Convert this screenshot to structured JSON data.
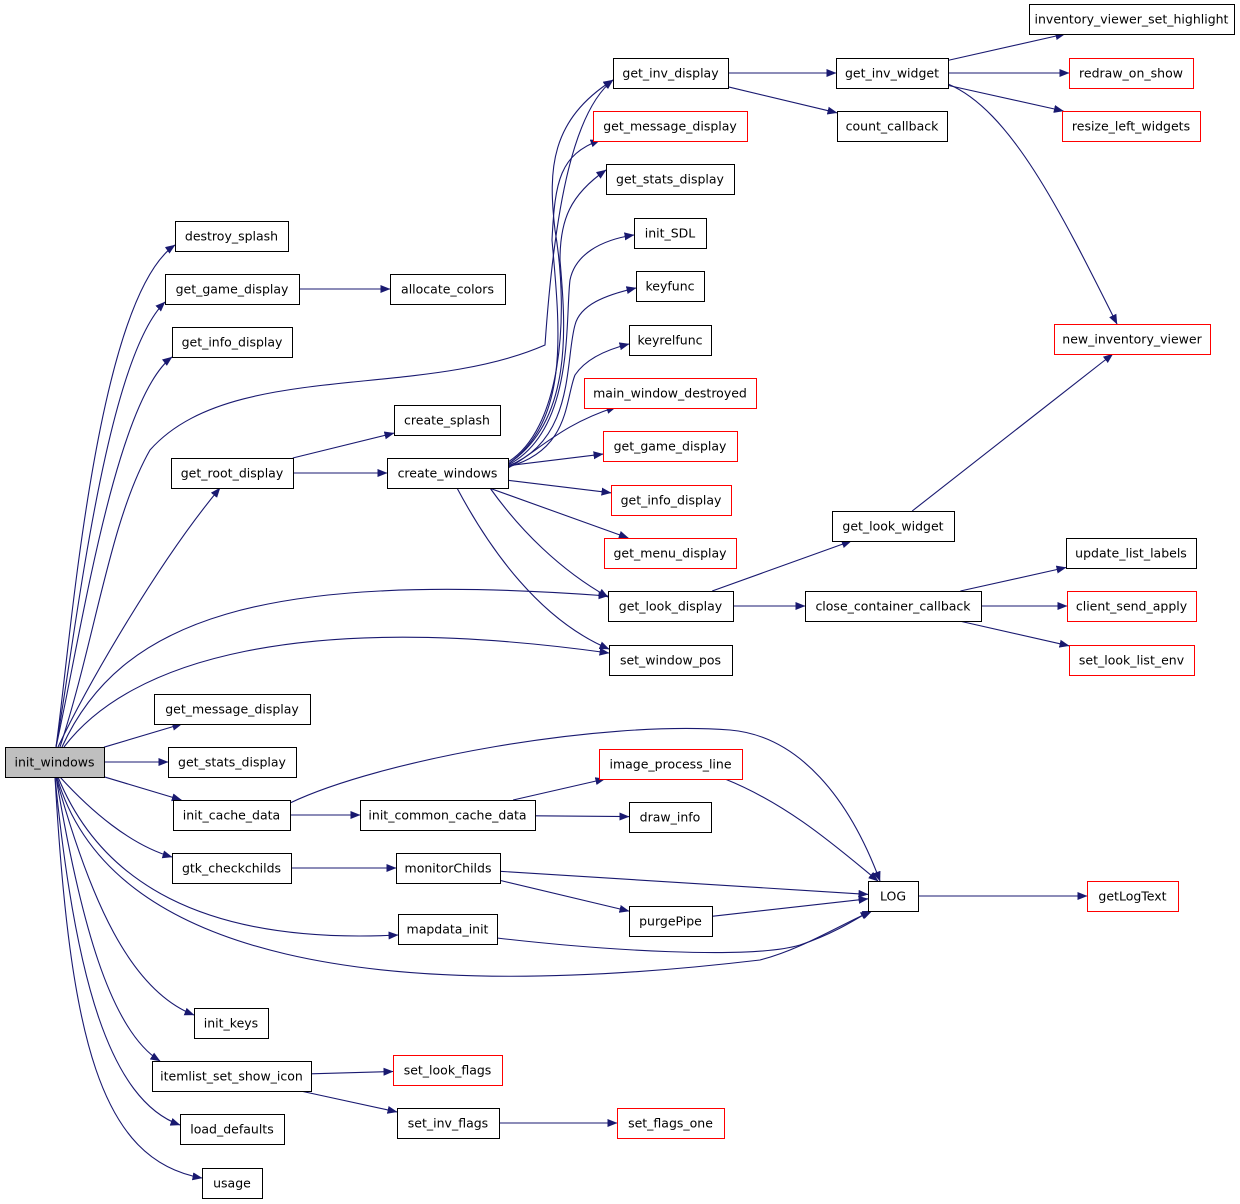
{
  "diagram": {
    "root": "init_windows",
    "colors": {
      "edge": "#191970",
      "node_fill": "#ffffff",
      "node_border_documented": "#000000",
      "node_border_undocumented": "#ff0000",
      "root_fill": "#bfbfbf"
    },
    "nodes": [
      {
        "id": "n_init_windows",
        "label": "init_windows",
        "style": "root"
      },
      {
        "id": "n_destroy_splash",
        "label": "destroy_splash",
        "style": "documented"
      },
      {
        "id": "n_get_game_display_l",
        "label": "get_game_display",
        "style": "documented"
      },
      {
        "id": "n_allocate_colors",
        "label": "allocate_colors",
        "style": "documented"
      },
      {
        "id": "n_get_info_display_l",
        "label": "get_info_display",
        "style": "documented"
      },
      {
        "id": "n_get_root_display",
        "label": "get_root_display",
        "style": "documented"
      },
      {
        "id": "n_create_splash",
        "label": "create_splash",
        "style": "documented"
      },
      {
        "id": "n_create_windows",
        "label": "create_windows",
        "style": "documented"
      },
      {
        "id": "n_get_inv_display",
        "label": "get_inv_display",
        "style": "documented"
      },
      {
        "id": "n_get_message_display_r",
        "label": "get_message_display",
        "style": "undocumented"
      },
      {
        "id": "n_get_stats_display_r",
        "label": "get_stats_display",
        "style": "documented"
      },
      {
        "id": "n_init_SDL",
        "label": "init_SDL",
        "style": "documented"
      },
      {
        "id": "n_keyfunc",
        "label": "keyfunc",
        "style": "documented"
      },
      {
        "id": "n_keyrelfunc",
        "label": "keyrelfunc",
        "style": "documented"
      },
      {
        "id": "n_main_window_destroyed",
        "label": "main_window_destroyed",
        "style": "undocumented"
      },
      {
        "id": "n_get_game_display_r",
        "label": "get_game_display",
        "style": "undocumented"
      },
      {
        "id": "n_get_info_display_r",
        "label": "get_info_display",
        "style": "undocumented"
      },
      {
        "id": "n_get_menu_display",
        "label": "get_menu_display",
        "style": "undocumented"
      },
      {
        "id": "n_get_look_display",
        "label": "get_look_display",
        "style": "documented"
      },
      {
        "id": "n_set_window_pos",
        "label": "set_window_pos",
        "style": "documented"
      },
      {
        "id": "n_get_inv_widget",
        "label": "get_inv_widget",
        "style": "documented"
      },
      {
        "id": "n_count_callback",
        "label": "count_callback",
        "style": "documented"
      },
      {
        "id": "n_inventory_viewer_set_highlight",
        "label": "inventory_viewer_set_highlight",
        "style": "documented"
      },
      {
        "id": "n_redraw_on_show",
        "label": "redraw_on_show",
        "style": "undocumented"
      },
      {
        "id": "n_resize_left_widgets",
        "label": "resize_left_widgets",
        "style": "undocumented"
      },
      {
        "id": "n_new_inventory_viewer",
        "label": "new_inventory_viewer",
        "style": "undocumented"
      },
      {
        "id": "n_get_look_widget",
        "label": "get_look_widget",
        "style": "documented"
      },
      {
        "id": "n_close_container_callback",
        "label": "close_container_callback",
        "style": "documented"
      },
      {
        "id": "n_update_list_labels",
        "label": "update_list_labels",
        "style": "documented"
      },
      {
        "id": "n_client_send_apply",
        "label": "client_send_apply",
        "style": "undocumented"
      },
      {
        "id": "n_set_look_list_env",
        "label": "set_look_list_env",
        "style": "undocumented"
      },
      {
        "id": "n_get_message_display_l",
        "label": "get_message_display",
        "style": "documented"
      },
      {
        "id": "n_get_stats_display_l",
        "label": "get_stats_display",
        "style": "documented"
      },
      {
        "id": "n_init_cache_data",
        "label": "init_cache_data",
        "style": "documented"
      },
      {
        "id": "n_init_common_cache_data",
        "label": "init_common_cache_data",
        "style": "documented"
      },
      {
        "id": "n_image_process_line",
        "label": "image_process_line",
        "style": "undocumented"
      },
      {
        "id": "n_draw_info",
        "label": "draw_info",
        "style": "documented"
      },
      {
        "id": "n_gtk_checkchilds",
        "label": "gtk_checkchilds",
        "style": "documented"
      },
      {
        "id": "n_monitorChilds",
        "label": "monitorChilds",
        "style": "documented"
      },
      {
        "id": "n_purgePipe",
        "label": "purgePipe",
        "style": "documented"
      },
      {
        "id": "n_LOG",
        "label": "LOG",
        "style": "documented"
      },
      {
        "id": "n_getLogText",
        "label": "getLogText",
        "style": "undocumented"
      },
      {
        "id": "n_mapdata_init",
        "label": "mapdata_init",
        "style": "documented"
      },
      {
        "id": "n_init_keys",
        "label": "init_keys",
        "style": "documented"
      },
      {
        "id": "n_itemlist_set_show_icon",
        "label": "itemlist_set_show_icon",
        "style": "documented"
      },
      {
        "id": "n_set_look_flags",
        "label": "set_look_flags",
        "style": "undocumented"
      },
      {
        "id": "n_set_inv_flags",
        "label": "set_inv_flags",
        "style": "documented"
      },
      {
        "id": "n_set_flags_one",
        "label": "set_flags_one",
        "style": "undocumented"
      },
      {
        "id": "n_load_defaults",
        "label": "load_defaults",
        "style": "documented"
      },
      {
        "id": "n_usage",
        "label": "usage",
        "style": "documented"
      }
    ],
    "edges": [
      [
        "n_init_windows",
        "n_destroy_splash"
      ],
      [
        "n_init_windows",
        "n_get_game_display_l"
      ],
      [
        "n_init_windows",
        "n_get_info_display_l"
      ],
      [
        "n_init_windows",
        "n_get_root_display"
      ],
      [
        "n_init_windows",
        "n_get_inv_display"
      ],
      [
        "n_init_windows",
        "n_get_look_display"
      ],
      [
        "n_init_windows",
        "n_set_window_pos"
      ],
      [
        "n_init_windows",
        "n_get_message_display_l"
      ],
      [
        "n_init_windows",
        "n_get_stats_display_l"
      ],
      [
        "n_init_windows",
        "n_init_cache_data"
      ],
      [
        "n_init_windows",
        "n_gtk_checkchilds"
      ],
      [
        "n_init_windows",
        "n_mapdata_init"
      ],
      [
        "n_init_windows",
        "n_LOG"
      ],
      [
        "n_init_windows",
        "n_init_keys"
      ],
      [
        "n_init_windows",
        "n_itemlist_set_show_icon"
      ],
      [
        "n_init_windows",
        "n_load_defaults"
      ],
      [
        "n_init_windows",
        "n_usage"
      ],
      [
        "n_get_game_display_l",
        "n_allocate_colors"
      ],
      [
        "n_get_root_display",
        "n_create_splash"
      ],
      [
        "n_get_root_display",
        "n_create_windows"
      ],
      [
        "n_create_windows",
        "n_get_inv_display"
      ],
      [
        "n_create_windows",
        "n_get_message_display_r"
      ],
      [
        "n_create_windows",
        "n_get_stats_display_r"
      ],
      [
        "n_create_windows",
        "n_init_SDL"
      ],
      [
        "n_create_windows",
        "n_keyfunc"
      ],
      [
        "n_create_windows",
        "n_keyrelfunc"
      ],
      [
        "n_create_windows",
        "n_main_window_destroyed"
      ],
      [
        "n_create_windows",
        "n_get_game_display_r"
      ],
      [
        "n_create_windows",
        "n_get_info_display_r"
      ],
      [
        "n_create_windows",
        "n_get_menu_display"
      ],
      [
        "n_create_windows",
        "n_get_look_display"
      ],
      [
        "n_create_windows",
        "n_set_window_pos"
      ],
      [
        "n_get_inv_display",
        "n_get_inv_widget"
      ],
      [
        "n_get_inv_display",
        "n_count_callback"
      ],
      [
        "n_get_inv_widget",
        "n_inventory_viewer_set_highlight"
      ],
      [
        "n_get_inv_widget",
        "n_redraw_on_show"
      ],
      [
        "n_get_inv_widget",
        "n_resize_left_widgets"
      ],
      [
        "n_get_inv_widget",
        "n_new_inventory_viewer"
      ],
      [
        "n_get_look_display",
        "n_get_look_widget"
      ],
      [
        "n_get_look_display",
        "n_close_container_callback"
      ],
      [
        "n_get_look_widget",
        "n_new_inventory_viewer"
      ],
      [
        "n_close_container_callback",
        "n_update_list_labels"
      ],
      [
        "n_close_container_callback",
        "n_client_send_apply"
      ],
      [
        "n_close_container_callback",
        "n_set_look_list_env"
      ],
      [
        "n_init_cache_data",
        "n_init_common_cache_data"
      ],
      [
        "n_init_cache_data",
        "n_LOG"
      ],
      [
        "n_init_common_cache_data",
        "n_image_process_line"
      ],
      [
        "n_init_common_cache_data",
        "n_draw_info"
      ],
      [
        "n_image_process_line",
        "n_LOG"
      ],
      [
        "n_gtk_checkchilds",
        "n_monitorChilds"
      ],
      [
        "n_monitorChilds",
        "n_LOG"
      ],
      [
        "n_monitorChilds",
        "n_purgePipe"
      ],
      [
        "n_purgePipe",
        "n_LOG"
      ],
      [
        "n_mapdata_init",
        "n_LOG"
      ],
      [
        "n_LOG",
        "n_getLogText"
      ],
      [
        "n_itemlist_set_show_icon",
        "n_set_look_flags"
      ],
      [
        "n_itemlist_set_show_icon",
        "n_set_inv_flags"
      ],
      [
        "n_set_inv_flags",
        "n_set_flags_one"
      ]
    ]
  }
}
